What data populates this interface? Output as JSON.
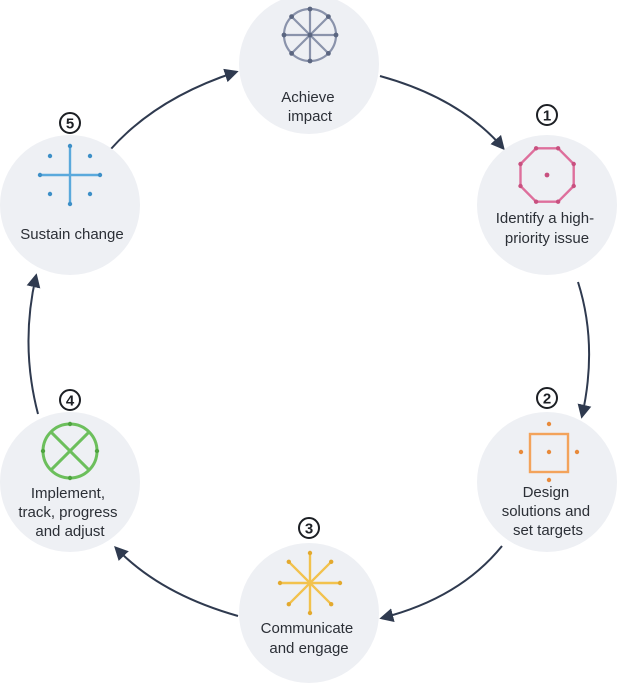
{
  "colors": {
    "node_fill": "#eef0f4",
    "arrow": "#2f3a4f",
    "badge_stroke": "#1c1f24",
    "text": "#2b2f36",
    "wheel": "#8a93ab",
    "octagon": "#de6f9c",
    "square": "#f3a35b",
    "star": "#f2c24d",
    "circle_x": "#6cbf5c",
    "cross": "#5aa9dc"
  },
  "nodes": [
    {
      "id": "achieve-impact",
      "icon": "wheel-icon",
      "badge": "",
      "label_lines": [
        "Achieve",
        "impact"
      ]
    },
    {
      "id": "identify-issue",
      "icon": "octagon-icon",
      "badge": "1",
      "label_lines": [
        "Identify a high-",
        "priority issue"
      ]
    },
    {
      "id": "design-solutions",
      "icon": "square-icon",
      "badge": "2",
      "label_lines": [
        "Design",
        "solutions and",
        "set targets"
      ]
    },
    {
      "id": "communicate-engage",
      "icon": "starburst-icon",
      "badge": "3",
      "label_lines": [
        "Communicate",
        "and engage"
      ]
    },
    {
      "id": "implement-track",
      "icon": "circle-x-icon",
      "badge": "4",
      "label_lines": [
        "Implement,",
        "track, progress",
        "and adjust"
      ]
    },
    {
      "id": "sustain-change",
      "icon": "cross-icon",
      "badge": "5",
      "label_lines": [
        "Sustain change"
      ]
    }
  ]
}
